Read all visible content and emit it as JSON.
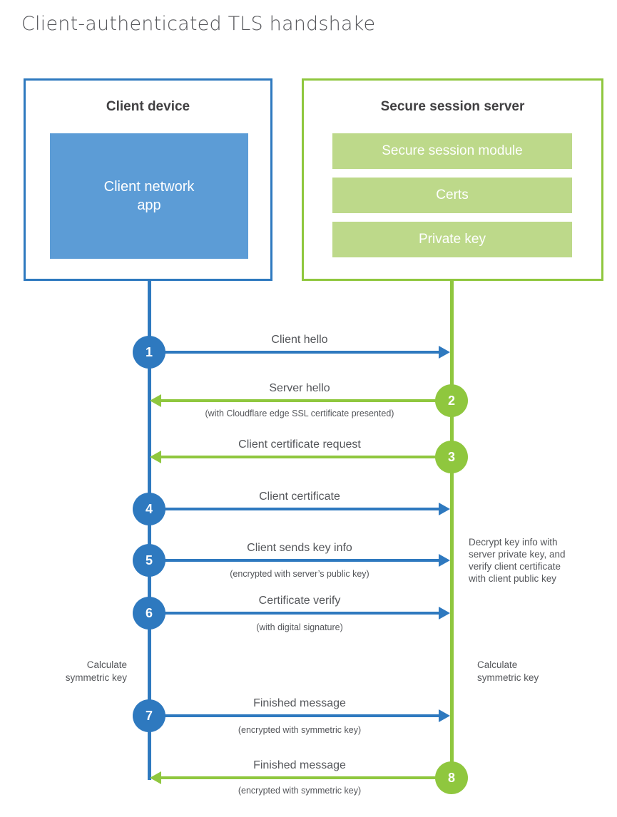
{
  "title": "Client-authenticated TLS handshake",
  "colors": {
    "client_accent": "#2e79bf",
    "client_fill": "#5c9cd6",
    "server_accent": "#8fc73e",
    "server_fill": "#bdd98a",
    "text": "#54565a"
  },
  "client": {
    "title": "Client device",
    "app_lines": [
      "Client network",
      "app"
    ]
  },
  "server": {
    "title": "Secure session server",
    "modules": [
      "Secure session module",
      "Certs",
      "Private key"
    ]
  },
  "steps": [
    {
      "num": "1",
      "label": "Client hello",
      "sublabel": "",
      "direction": "right",
      "actor": "client"
    },
    {
      "num": "2",
      "label": "Server hello",
      "sublabel": "(with Cloudflare edge SSL certificate presented)",
      "direction": "left",
      "actor": "server"
    },
    {
      "num": "3",
      "label": "Client certificate request",
      "sublabel": "",
      "direction": "left",
      "actor": "server"
    },
    {
      "num": "4",
      "label": "Client certificate",
      "sublabel": "",
      "direction": "right",
      "actor": "client"
    },
    {
      "num": "5",
      "label": "Client sends key info",
      "sublabel": "(encrypted with server’s public key)",
      "direction": "right",
      "actor": "client"
    },
    {
      "num": "6",
      "label": "Certificate verify",
      "sublabel": "(with digital signature)",
      "direction": "right",
      "actor": "client"
    },
    {
      "num": "7",
      "label": "Finished message",
      "sublabel": "(encrypted with symmetric key)",
      "direction": "right",
      "actor": "client"
    },
    {
      "num": "8",
      "label": "Finished message",
      "sublabel": "(encrypted with symmetric key)",
      "direction": "left",
      "actor": "server"
    }
  ],
  "notes": {
    "decrypt_lines": [
      "Decrypt key info with",
      "server private key, and",
      "verify client certificate",
      "with client public key"
    ],
    "calc_left_lines": [
      "Calculate",
      "symmetric key"
    ],
    "calc_right_lines": [
      "Calculate",
      "symmetric key"
    ]
  }
}
